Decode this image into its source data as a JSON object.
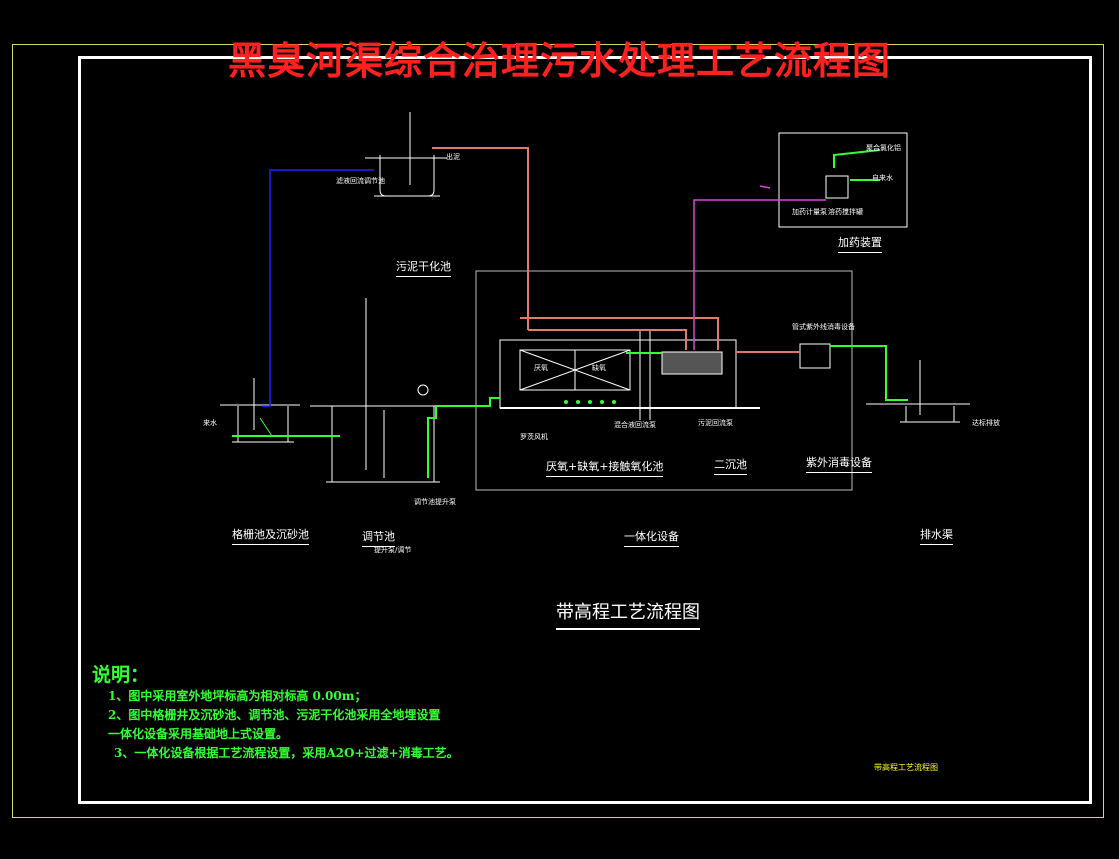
{
  "title": "黑臭河渠综合治理污水处理工艺流程图",
  "subtitle": "带高程工艺流程图",
  "stamp": "带高程工艺流程图",
  "units": {
    "sludge_tank": "污泥干化池",
    "sludge_outlet": "滤液回流调节池",
    "sludge_outlet_tag": "出泥",
    "grid": "格栅池及沉砂池",
    "grid_inlet": "来水",
    "regulating": "调节池",
    "regulating_note": "提升泵/调节",
    "pump": "调节池提升泵",
    "integrated": "一体化设备",
    "ao_process": "厌氧+缺氧+接触氧化池",
    "secondary": "二沉池",
    "uv": "紫外消毒设备",
    "drain": "排水渠",
    "drain_tag": "达标排放",
    "dosing": "加药装置",
    "dosing_pac": "聚合氯化铝",
    "dosing_water": "自来水",
    "dosing_meter": "加药计量泵",
    "dosing_tank": "溶药搅拌罐",
    "uv_box": "管式紫外线消毒设备",
    "anaerobic": "厌氧",
    "anoxic": "缺氧",
    "blower": "罗茨风机",
    "mixed_return": "混合液回流泵",
    "sludge_return": "污泥回流泵"
  },
  "notes": {
    "heading": "说明：",
    "items": [
      "1、图中采用室外地坪标高为相对标高 0.00m；",
      "2、图中格栅井及沉砂池、调节池、污泥干化池采用全地埋设置",
      "一体化设备采用基础地上式设置。",
      "3、一体化设备根据工艺流程设置，采用A2O+过滤+消毒工艺。"
    ]
  },
  "colors": {
    "title": "#ff2020",
    "frame": "#ffffff",
    "green_pipe": "#33ff33",
    "salmon_pipe": "#e07a6a",
    "blue_pipe": "#2020ff",
    "magenta_pipe": "#e040e0",
    "notes": "#33ff33",
    "stamp": "#ffff33"
  }
}
